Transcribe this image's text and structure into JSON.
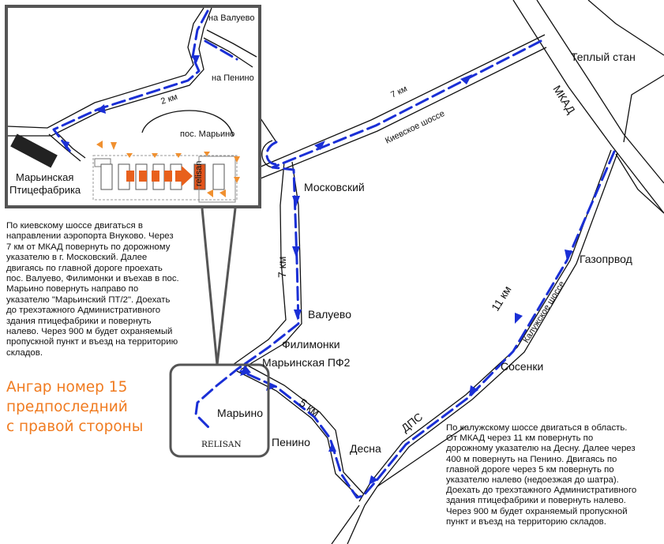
{
  "labels": {
    "na_valuevo": "на Валуево",
    "na_penino": "на Пенино",
    "km2": "2 км",
    "pos_marino": "пос. Марьино",
    "marinskaya_ptitsefabrika": "Марьинская",
    "marinskaya_ptitsefabrika_line2": "Птицефабрика",
    "teply_stan": "Теплый стан",
    "mkad": "МКАД",
    "km7_kiev": "7 км",
    "kievskoe_shosse": "Киевское шоссе",
    "moskovsky": "Московский",
    "km7_vertical": "7 км",
    "valuevo": "Валуево",
    "filimonki": "Филимонки",
    "marinskaya_pf2": "Марьинская ПФ2",
    "marino": "Марьино",
    "relisan": "RELISAN",
    "km5": "5 км",
    "penino": "Пенино",
    "desna": "Десна",
    "dps": "ДПС",
    "km11": "11 км",
    "kaluzhskoe_shosse": "Калужское шоссе",
    "sosenki": "Сосенки",
    "gazoprovod": "Газопрвод",
    "relisan_small": "relisan"
  },
  "directions": {
    "kiev": [
      "По киевскому шоссе двигаться в",
      "направлении аэропорта Внуково. Через",
      "7 км от МКАД повернуть по дорожному",
      "указателю в г. Московский. Далее",
      "двигаясь по главной дороге проехать",
      "пос. Валуево, Филимонки и въехав в пос.",
      "Марьино повернуть направо по",
      "указателю \"Марьинский ПТ/2\". Доехать",
      "до трехэтажного Административного",
      "здания птицефабрики и повернуть",
      "налево. Через 900 м будет охраняемый",
      "пропускной пункт и въезд на территорию",
      "складов."
    ],
    "kaluga": [
      "По калужскому шоссе двигаться в область.",
      "От МКАД через 11 км повернуть по",
      "дорожному указателю на Десну. Далее через",
      "400 м повернуть на Пенино. Двигаясь по",
      "главной дороге через 5 км повернуть по",
      "указателю налево (недоезжая до шатра).",
      "Доехать до трехэтажного Административного",
      "здания птицефабрики и повернуть налево.",
      "Через 900 м будет охраняемый пропускной",
      "пункт и въезд на территорию складов."
    ]
  },
  "hangar_note": [
    "Ангар номер 15",
    "предпоследний",
    "с правой стороны"
  ],
  "colors": {
    "route": "#1a2fd6",
    "hangar_note": "#f07b20",
    "arrow": "#e8601c",
    "relisan_block": "#e2541b"
  }
}
